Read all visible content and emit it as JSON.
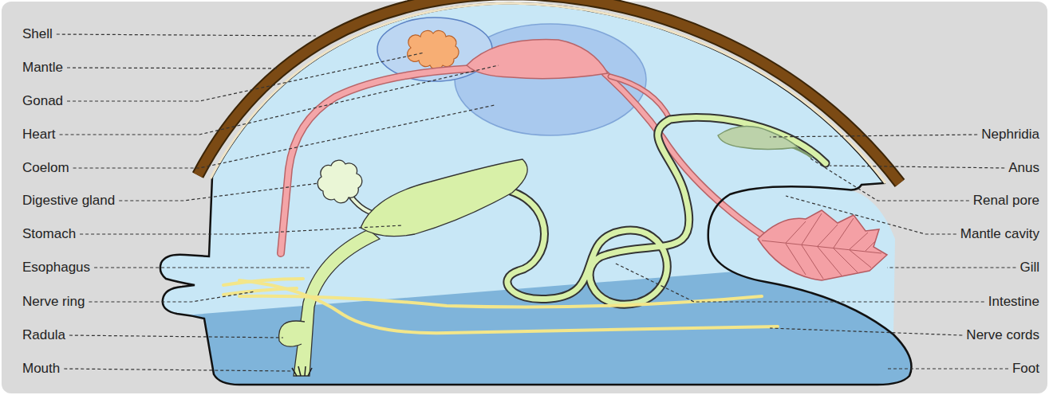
{
  "diagram": {
    "labels": [
      "Shell",
      "Mantle",
      "Gonad",
      "Heart",
      "Coelom",
      "Digestive gland",
      "Stomach",
      "Esophagus",
      "Nerve ring",
      "Radula",
      "Mouth",
      "Nephridia",
      "Anus",
      "Renal pore",
      "Mantle cavity",
      "Gill",
      "Intestine",
      "Nerve cords",
      "Foot"
    ]
  }
}
